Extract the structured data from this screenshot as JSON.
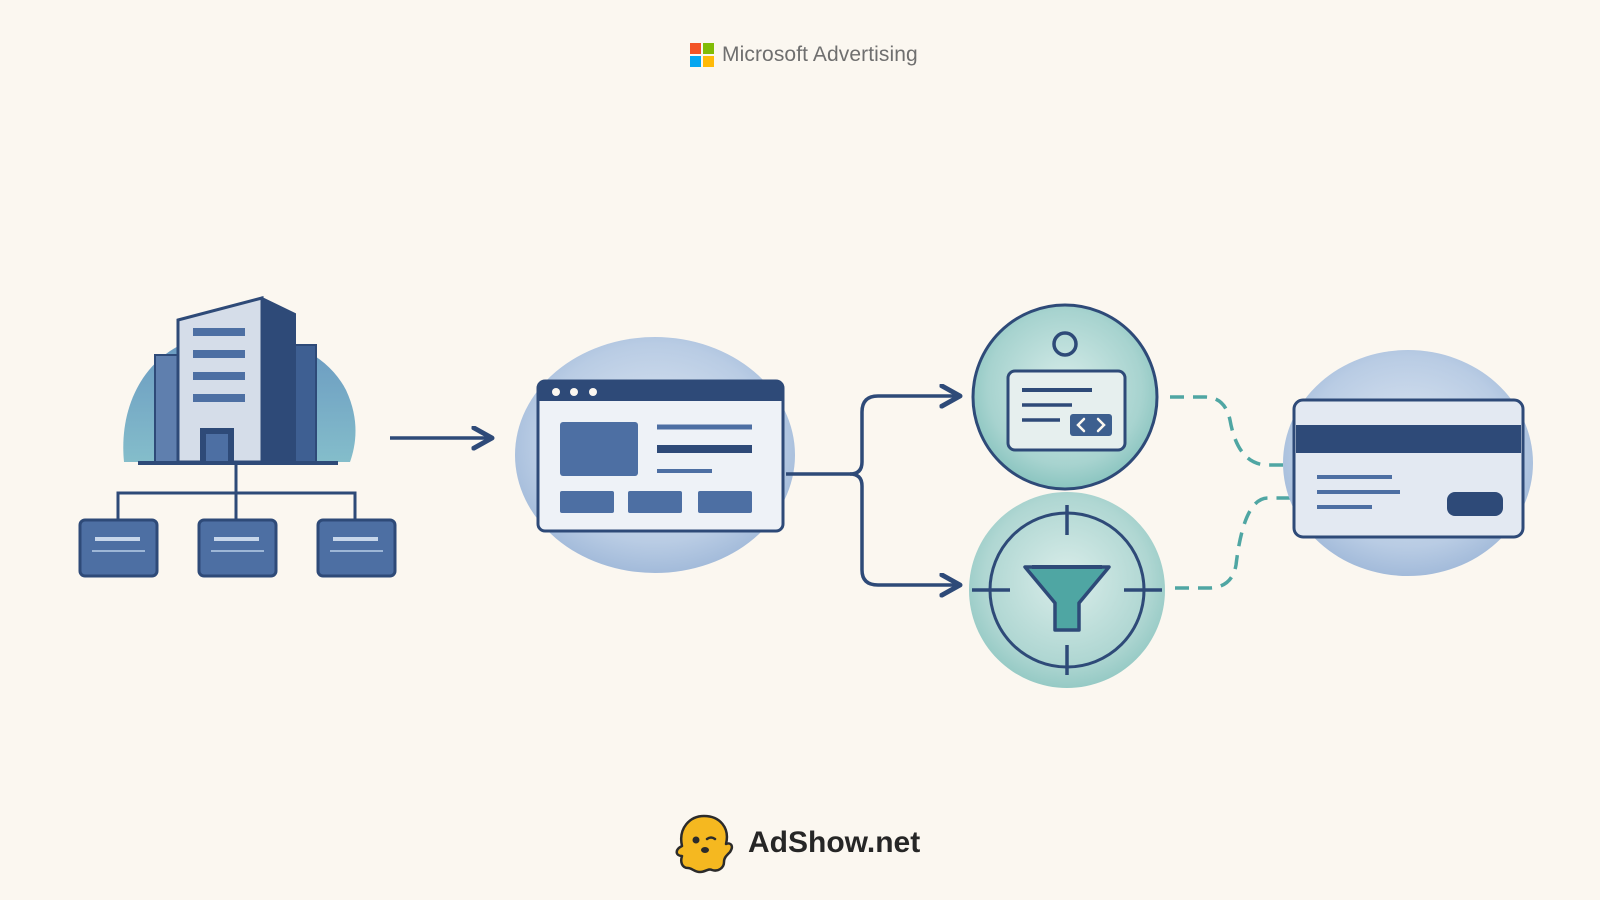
{
  "header": {
    "brand_name": "Microsoft Advertising",
    "logo_colors": [
      "#f35325",
      "#81bc06",
      "#05a6f0",
      "#ffba08"
    ]
  },
  "footer": {
    "brand_name": "AdShow.net",
    "mascot_icon": "ghost-mascot-icon",
    "mascot_color": "#f5b820"
  },
  "diagram": {
    "nodes": [
      {
        "id": "organization",
        "icon": "office-building-icon"
      },
      {
        "id": "sub-accounts",
        "icon": "account-hierarchy-icon",
        "count": 3
      },
      {
        "id": "website",
        "icon": "browser-window-icon"
      },
      {
        "id": "tracking-tag",
        "icon": "code-tag-icon"
      },
      {
        "id": "conversion-goal",
        "icon": "funnel-target-icon"
      },
      {
        "id": "billing",
        "icon": "credit-card-icon"
      }
    ],
    "edges": [
      {
        "from": "organization",
        "to": "website",
        "style": "solid-arrow"
      },
      {
        "from": "website",
        "to": "tracking-tag",
        "style": "solid-arrow"
      },
      {
        "from": "website",
        "to": "conversion-goal",
        "style": "solid-arrow"
      },
      {
        "from": "tracking-tag",
        "to": "billing",
        "style": "dashed"
      },
      {
        "from": "conversion-goal",
        "to": "billing",
        "style": "dashed"
      }
    ],
    "colors": {
      "navy": "#2e4a78",
      "blue": "#4d6fa3",
      "light_blue": "#9db6d6",
      "teal": "#4fa6a3",
      "light_teal": "#a9d6d2",
      "pale": "#e6edf5"
    }
  }
}
